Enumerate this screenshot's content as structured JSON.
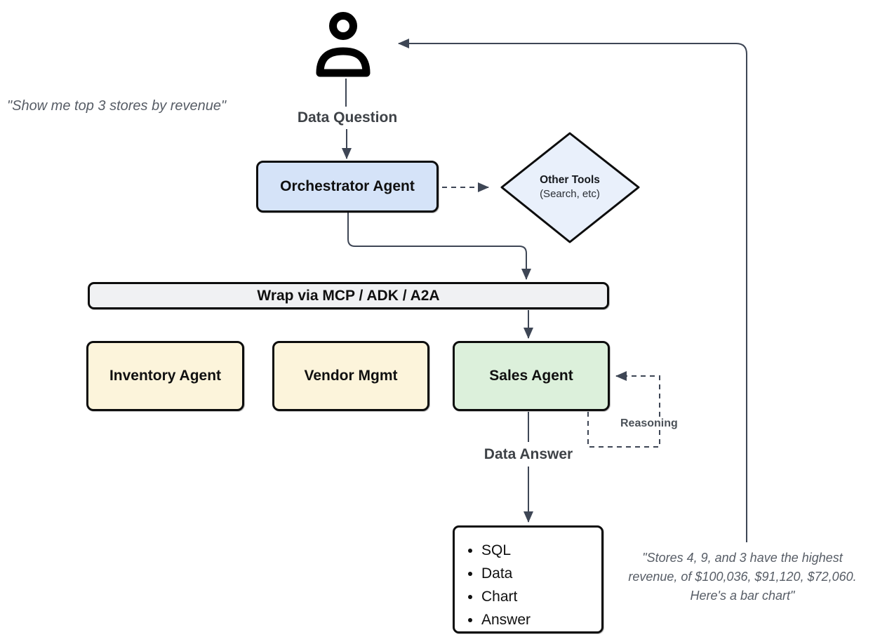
{
  "colors": {
    "node-blue": "#d5e3f8",
    "diamond-blue": "#e9f0fb",
    "bar-gray": "#f0f1f3",
    "node-yellow": "#fcf4db",
    "node-green": "#dcf0db",
    "border": "#0d0d0d",
    "line": "#3e4655",
    "label": "#3e4247",
    "quote": "#575d66"
  },
  "icons": {
    "user": "user-icon"
  },
  "quotes": {
    "user_request": "\"Show me top 3 stores by revenue\"",
    "answer_line1": "\"Stores 4, 9, and 3 have the highest",
    "answer_line2": "revenue, of $100,036, $91,120, $72,060.",
    "answer_line3": "Here's a bar chart\""
  },
  "labels": {
    "data_question": "Data Question",
    "data_answer": "Data Answer",
    "reasoning": "Reasoning"
  },
  "nodes": {
    "orchestrator": "Orchestrator Agent",
    "other_tools_title": "Other Tools",
    "other_tools_sub": "(Search, etc)",
    "wrap_bar": "Wrap via MCP / ADK / A2A",
    "inventory": "Inventory Agent",
    "vendor": "Vendor Mgmt",
    "sales": "Sales Agent"
  },
  "output_box": {
    "items": [
      "SQL",
      "Data",
      "Chart",
      "Answer"
    ]
  }
}
